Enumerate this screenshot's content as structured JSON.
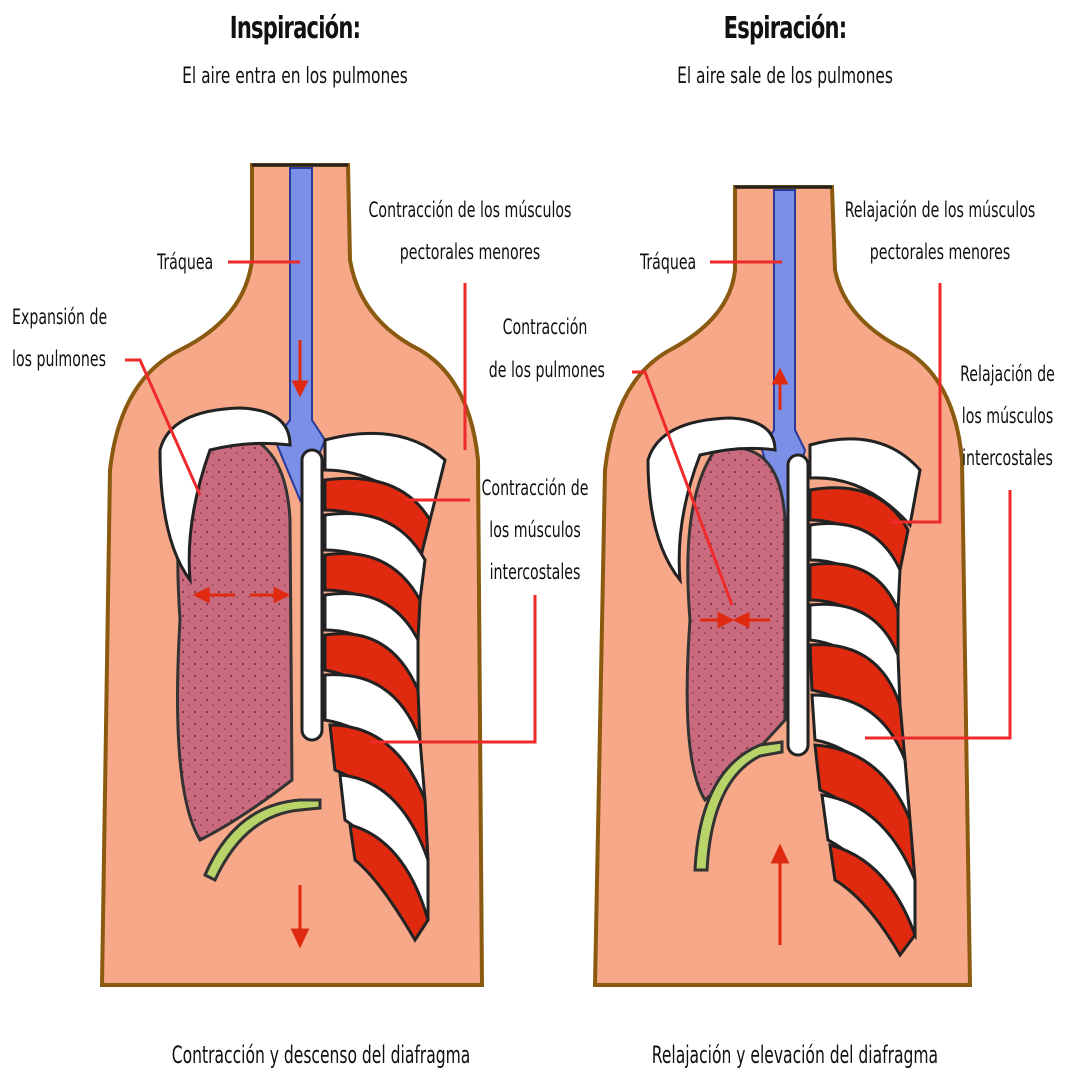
{
  "inspiration": {
    "title": "Inspiración:",
    "subtitle": "El aire entra en los pulmones",
    "labels": {
      "trachea": "Tráquea",
      "lung_expansion_1": "Expansión de",
      "lung_expansion_2": "los pulmones",
      "pectoral_1": "Contracción de los músculos",
      "pectoral_2": "pectorales menores",
      "intercostal_1": "Contracción de",
      "intercostal_2": "los músculos",
      "intercostal_3": "intercostales"
    },
    "caption": "Contracción y descenso del diafragma"
  },
  "expiration": {
    "title": "Espiración:",
    "subtitle": "El aire sale de los pulmones",
    "labels": {
      "trachea": "Tráquea",
      "lung_contraction_1": "Contracción",
      "lung_contraction_2": "de los pulmones",
      "pectoral_1": "Relajación de los músculos",
      "pectoral_2": "pectorales menores",
      "intercostal_1": "Relajación de",
      "intercostal_2": "los músculos",
      "intercostal_3": "intercostales"
    },
    "caption": "Relajación y elevación del diafragma"
  },
  "colors": {
    "skin": "#f7a888",
    "outline": "#8a5a10",
    "trachea": "#7b8fe6",
    "lung": "#c96a7e",
    "muscle": "#e02a10",
    "bone": "#ffffff",
    "diaphragm": "#b8d468",
    "leader": "#ee2a2a"
  }
}
